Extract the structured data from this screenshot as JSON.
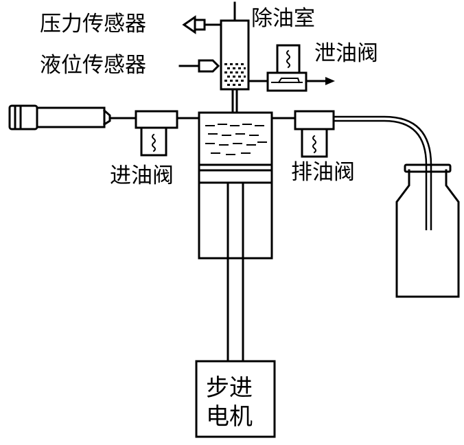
{
  "labels": {
    "pressure_sensor": "压力传感器",
    "level_sensor": "液位传感器",
    "degreasing_chamber": "除油室",
    "vent_valve": "泄油阀",
    "inlet_valve": "进油阀",
    "outlet_valve": "排油阀",
    "stepper_motor_line1": "步进",
    "stepper_motor_line2": "电机"
  },
  "colors": {
    "line": "#000000",
    "background": "#ffffff"
  }
}
